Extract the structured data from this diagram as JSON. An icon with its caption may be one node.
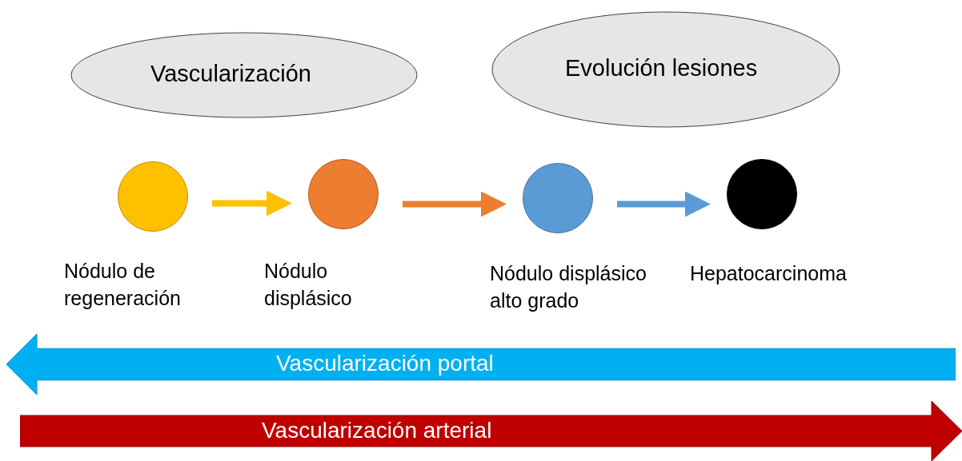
{
  "diagram": {
    "nodes": [
      {
        "text": [
          "Vascularización"
        ]
      },
      {
        "text": [
          "Evolución lesiones"
        ]
      },
      {
        "text": [],
        "shape": "circle",
        "beside": [
          "Nódulo de regeneración"
        ]
      },
      {
        "text": [],
        "shape": "circle",
        "beside": [
          "Nódulo displásico"
        ]
      },
      {
        "text": [],
        "shape": "circle",
        "beside": [
          "Nódulo displásico alto grado"
        ]
      },
      {
        "text": [],
        "shape": "circle",
        "beside": [
          "Hepatocarcinoma"
        ]
      },
      {
        "text": [
          "Vascularización portal"
        ]
      },
      {
        "text": [
          "Vascularización arterial"
        ]
      }
    ],
    "edges": [
      {
        "from": 2,
        "to": 3,
        "arrow": "to",
        "color": "#ffc000"
      },
      {
        "from": 3,
        "to": 4,
        "arrow": "to",
        "color": "#ed7d31"
      },
      {
        "from": 4,
        "to": 5,
        "arrow": "to",
        "color": "#5b9bd5"
      }
    ]
  }
}
